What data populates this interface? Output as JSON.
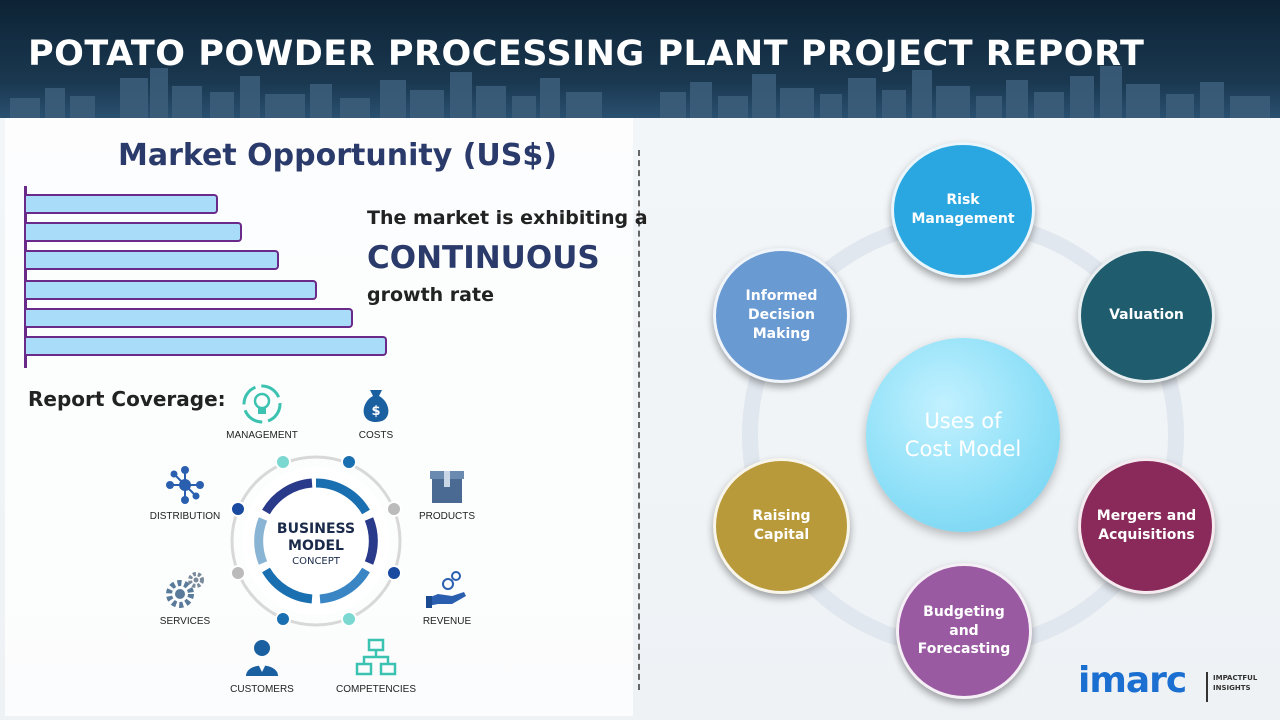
{
  "header": {
    "title": "POTATO POWDER PROCESSING PLANT PROJECT REPORT"
  },
  "market": {
    "title": "Market Opportunity (US$)",
    "line1": "The market is exhibiting a",
    "line2": "CONTINUOUS",
    "line3": "growth rate"
  },
  "coverage": {
    "title": "Report Coverage:",
    "items": [
      {
        "label": "MANAGEMENT",
        "icon": "lightbulb-cycle-icon"
      },
      {
        "label": "COSTS",
        "icon": "money-bag-icon"
      },
      {
        "label": "DISTRIBUTION",
        "icon": "network-icon"
      },
      {
        "label": "PRODUCTS",
        "icon": "box-icon"
      },
      {
        "label": "SERVICES",
        "icon": "gears-icon"
      },
      {
        "label": "REVENUE",
        "icon": "hand-coins-icon"
      },
      {
        "label": "CUSTOMERS",
        "icon": "person-icon"
      },
      {
        "label": "COMPETENCIES",
        "icon": "hierarchy-icon"
      }
    ],
    "business_model": {
      "line1": "BUSINESS",
      "line2": "MODEL",
      "line3": "CONCEPT"
    }
  },
  "cost_model": {
    "center": "Uses of\nCost Model",
    "nodes": [
      {
        "label": "Risk\nManagement",
        "color": "#2aa7e0"
      },
      {
        "label": "Valuation",
        "color": "#1f5d6e"
      },
      {
        "label": "Mergers and\nAcquisitions",
        "color": "#8a2a5a"
      },
      {
        "label": "Budgeting\nand\nForecasting",
        "color": "#9a5aa2"
      },
      {
        "label": "Raising\nCapital",
        "color": "#b89a3a"
      },
      {
        "label": "Informed\nDecision\nMaking",
        "color": "#6a9ad2"
      }
    ]
  },
  "logo": {
    "text": "imarc",
    "tagline": "IMPACTFUL INSIGHTS"
  },
  "colors": {
    "header_bg": "#1a3850",
    "title_navy": "#2a3a6a",
    "bar_fill": "#a9dcf8",
    "bar_border": "#6a2a8a"
  }
}
